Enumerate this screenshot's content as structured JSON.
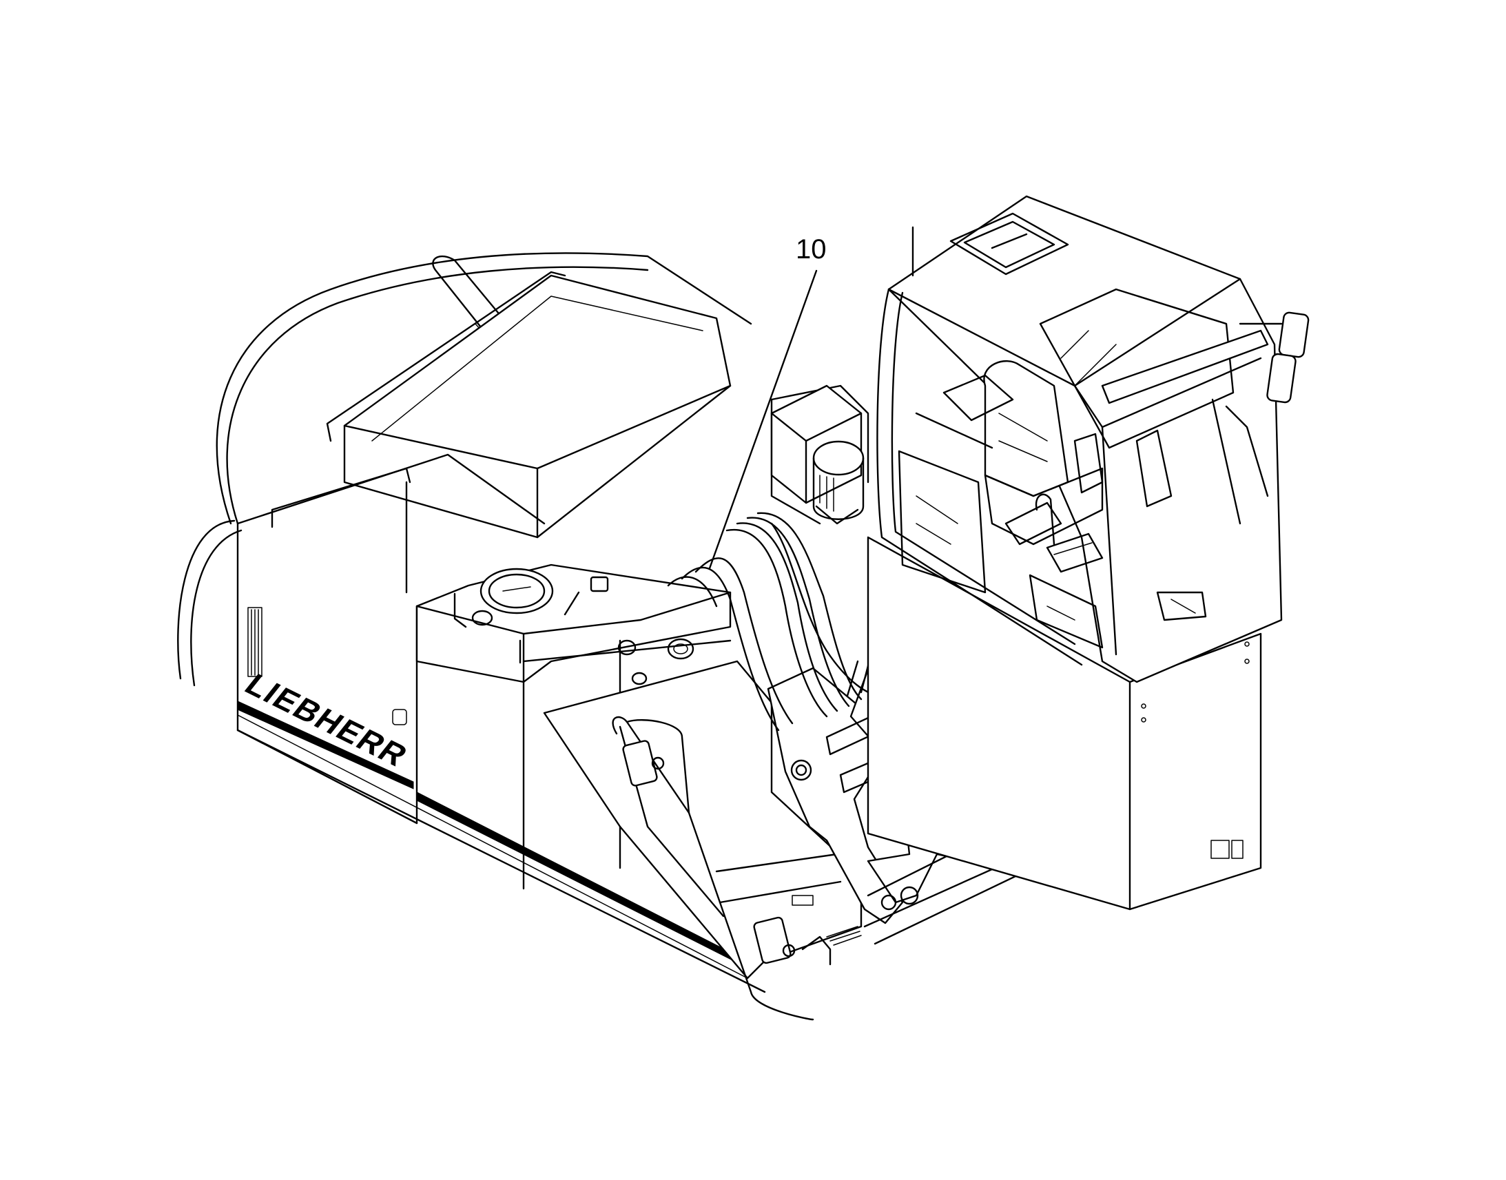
{
  "callouts": [
    {
      "id": "10",
      "label": "10"
    }
  ],
  "brand": {
    "logo_text": "LIEBHERR"
  },
  "colors": {
    "line": "#000000",
    "background": "#ffffff"
  }
}
